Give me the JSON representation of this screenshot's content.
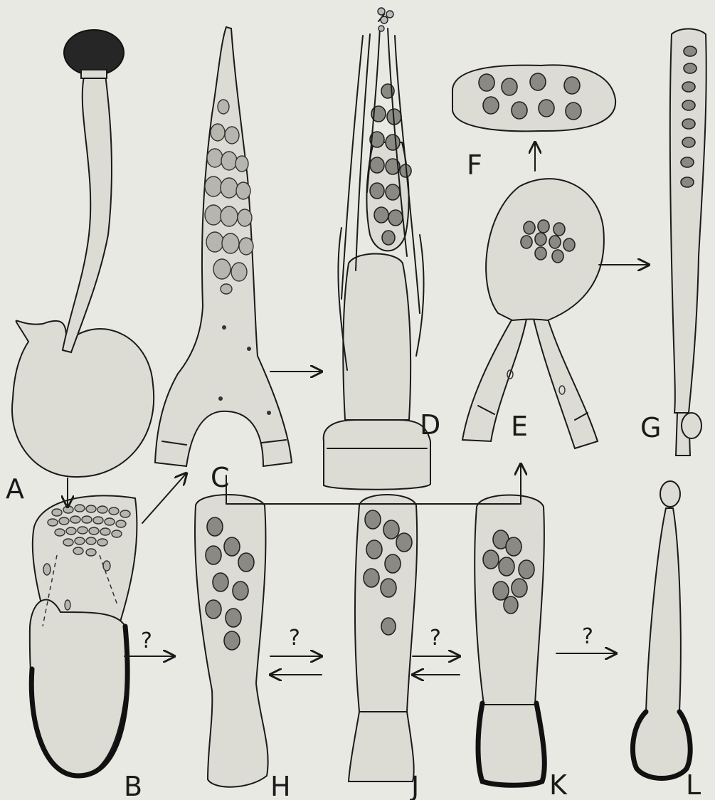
{
  "figure": {
    "panels": [
      {
        "id": "A",
        "label": "A"
      },
      {
        "id": "B",
        "label": "B"
      },
      {
        "id": "C",
        "label": "C"
      },
      {
        "id": "D",
        "label": "D"
      },
      {
        "id": "E",
        "label": "E"
      },
      {
        "id": "F",
        "label": "F"
      },
      {
        "id": "G",
        "label": "G"
      },
      {
        "id": "H",
        "label": "H"
      },
      {
        "id": "J",
        "label": "J"
      },
      {
        "id": "K",
        "label": "K"
      },
      {
        "id": "L",
        "label": "L"
      }
    ],
    "uncertain_marks": [
      "?",
      "?",
      "?",
      "?"
    ],
    "colors": {
      "ink": "#1a1a1a",
      "paper": "#e9e9e3",
      "cell": "#dcdcd5",
      "spore": "#8a8a82"
    }
  }
}
